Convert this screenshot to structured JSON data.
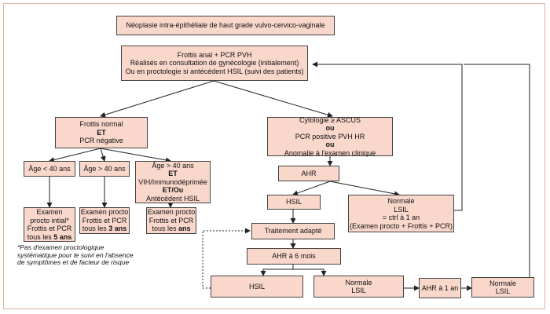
{
  "title": "Néoplasie intra-épithéliale de haut grade vulvo-cervico-vaginale",
  "depistage": {
    "l1": "Frottis anal + PCR PVH",
    "l2": "Réalisés en consultation de gynécologie (initialement)",
    "l3": "Ou en proctologie si antécédent HSIL (suivi des patients)"
  },
  "normal_branch": {
    "l1": "Frottis normal",
    "and": "ET",
    "l2": "PCR négative"
  },
  "abnormal_branch": {
    "l1": "Cytologie ≥ ASCUS",
    "or1": "ou",
    "l2": "PCR positive PVH HR",
    "or2": "ou",
    "l3": "Anomalie à l'examen clinique"
  },
  "age_under_40": "Âge < 40 ans",
  "age_over_40": "Âge > 40 ans",
  "age_over_40_risk": {
    "l1": "Âge > 40 ans",
    "and": "ET",
    "l2": "VIH/Immunodéprimée",
    "andor": "ET/Ou",
    "l3": "Antécédent HSIL"
  },
  "exam_5": {
    "l1": "Examen",
    "l2": "procto intial*",
    "l3": "Frottis et PCR",
    "l4_pre": "tous les ",
    "l4_bold": "5 ans"
  },
  "exam_3": {
    "l1": "Examen procto",
    "l2": "Frottis et PCR",
    "l3_pre": "tous les ",
    "l3_bold": "3 ans"
  },
  "exam_1": {
    "l1": "Examen procto",
    "l2": "Frottis et PCR",
    "l3_pre": "tous les ",
    "l3_bold": "ans"
  },
  "footnote": "*Pas d'examen proctologique systématique pour le suivi en l'absence de symptômes et de facteur de risque",
  "ahr": "AHR",
  "hsil_1": "HSIL",
  "normal_1": {
    "l1": "Normale",
    "l2": "LSIL",
    "l3": "= ctrl à 1 an",
    "l4": "(Examen procto + Frottis + PCR)"
  },
  "treatment": "Traitement adapté",
  "ahr_6m": "AHR à 6 mois",
  "hsil_2": "HSIL",
  "normal_2": {
    "l1": "Normale",
    "l2": "LSIL"
  },
  "ahr_1y": "AHR à 1 an",
  "normal_3": {
    "l1": "Normale",
    "l2": "LSIL"
  }
}
